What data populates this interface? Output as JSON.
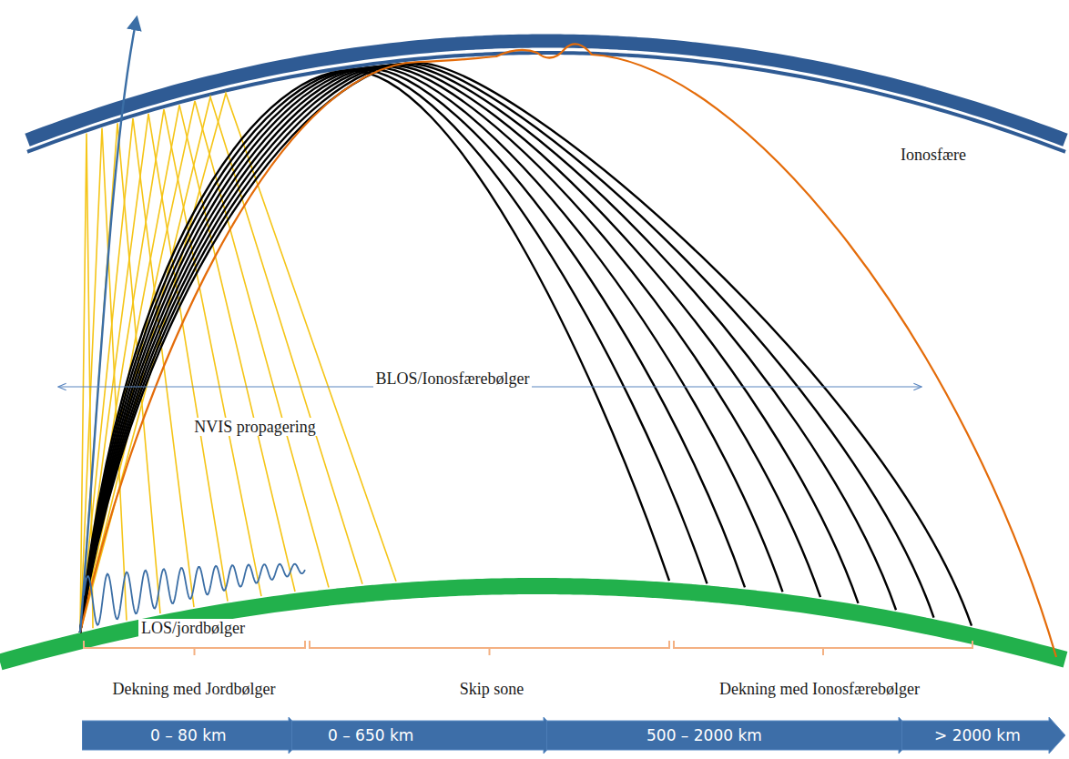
{
  "diagram": {
    "nodes": [
      {
        "text": [
          "0 – 80 km"
        ]
      },
      {
        "text": [
          "0 – 650 km"
        ]
      },
      {
        "text": [
          "500 – 2000 km"
        ]
      },
      {
        "text": [
          "> 2000 km"
        ]
      }
    ],
    "labels": [
      "Ionosfære",
      "BLOS/Ionosfærebølger",
      "NVIS propagering",
      "LOS/jordbølger",
      "Dekning med Jordbølger",
      "Skip sone",
      "Dekning med Ionosfærebølger"
    ]
  }
}
